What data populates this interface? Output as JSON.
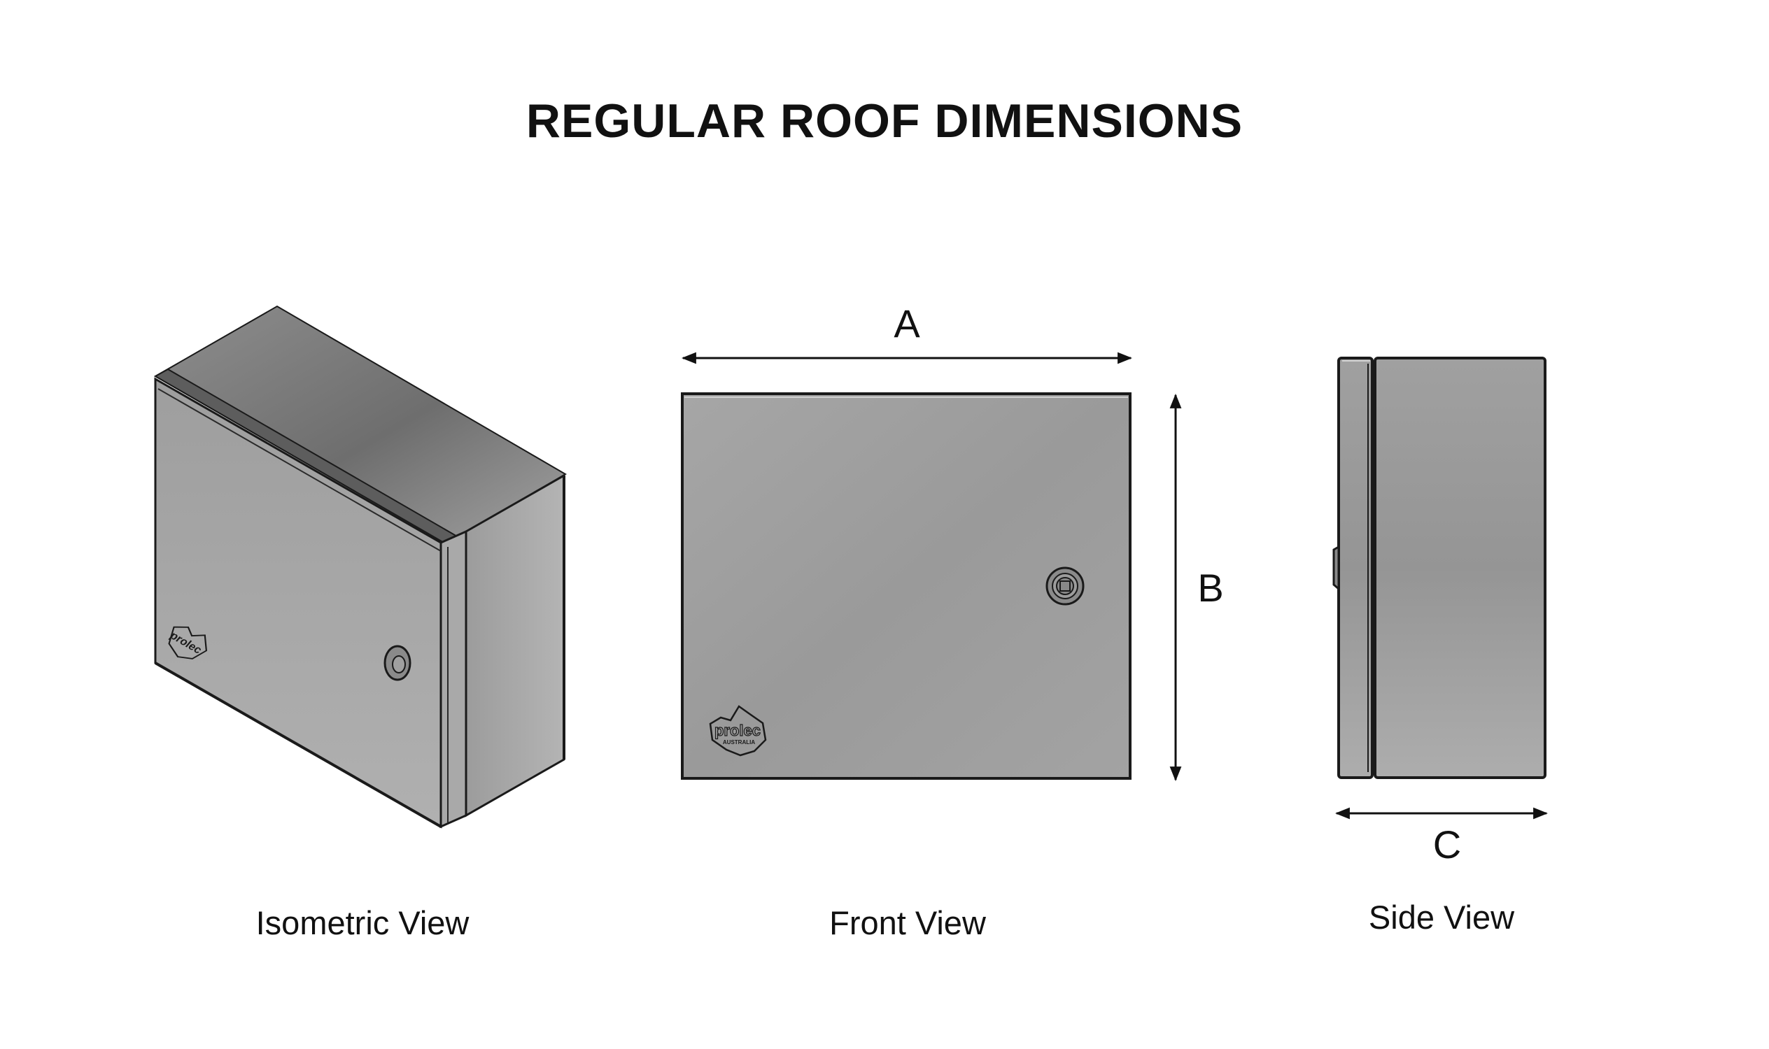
{
  "title": "REGULAR ROOF DIMENSIONS",
  "views": {
    "isometric": {
      "caption": "Isometric View"
    },
    "front": {
      "caption": "Front View"
    },
    "side": {
      "caption": "Side View"
    }
  },
  "dimensions": {
    "width_label": "A",
    "height_label": "B",
    "depth_label": "C"
  },
  "logo": {
    "brand": "prolec",
    "subtext": "AUSTRALIA"
  },
  "colors": {
    "outline": "#1a1a1a",
    "metal_light": "#b3b3b3",
    "metal_mid": "#9a9a9a",
    "metal_dark": "#6f6f6f",
    "text": "#111111",
    "background": "#ffffff"
  }
}
